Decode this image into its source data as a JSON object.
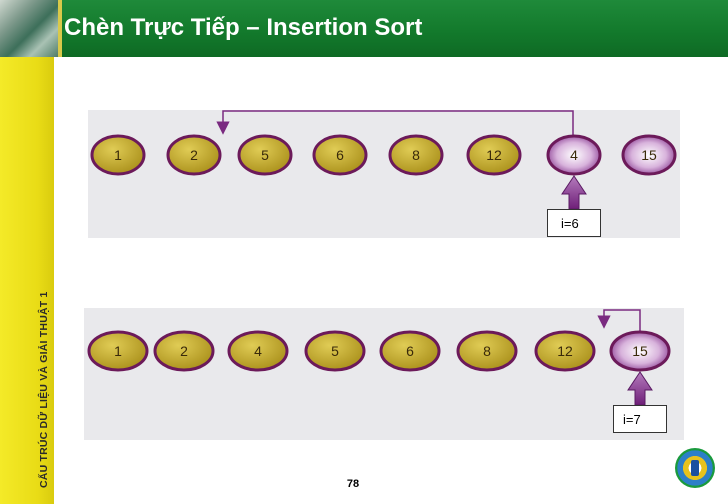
{
  "header": {
    "title": "Chèn Trực Tiếp – Insertion Sort"
  },
  "sidebar": {
    "text": "CẤU TRÚC DỮ LIỆU VÀ GIẢI THUẬT 1"
  },
  "diagrams": [
    {
      "values": [
        "1",
        "2",
        "5",
        "6",
        "8",
        "12",
        "4",
        "15"
      ],
      "label": "i=6"
    },
    {
      "values": [
        "1",
        "2",
        "4",
        "5",
        "6",
        "8",
        "12",
        "15"
      ],
      "label": "i=7"
    }
  ],
  "footer": {
    "page": "78"
  },
  "colors": {
    "header": "#137a2c",
    "sidebar": "#f4ea28",
    "node_fill": "#bea524",
    "node_border": "#6c1a5a",
    "highlight": "#8a2f90"
  }
}
